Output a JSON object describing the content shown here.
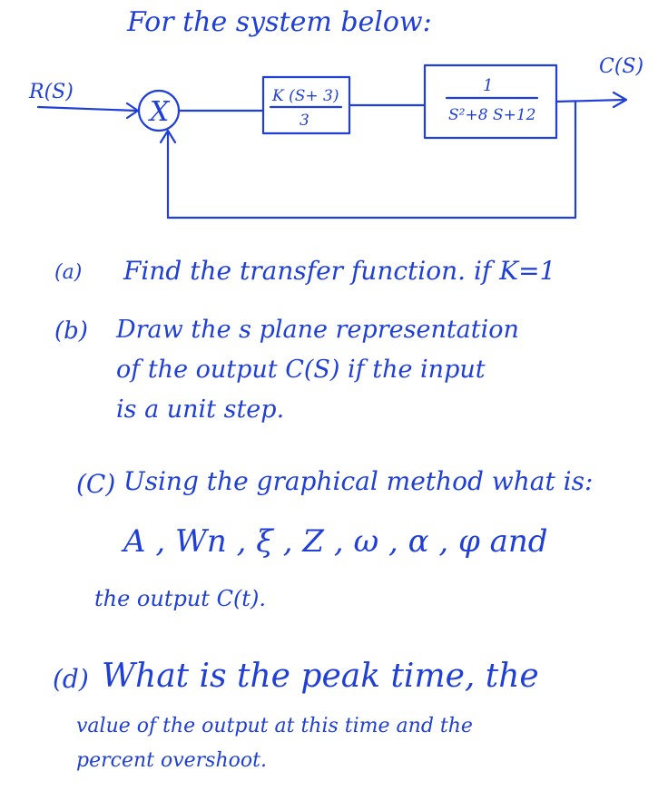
{
  "header": "For the system below:",
  "diagram": {
    "input_label": "R(S)",
    "output_label": "C(S)",
    "summing_symbol": "X",
    "block1": {
      "numerator": "K (S+ 3)",
      "denominator": "3"
    },
    "block2": {
      "numerator": "1",
      "denominator": "S²+8 S+12"
    }
  },
  "questions": {
    "a": {
      "marker": "(a)",
      "text": "Find the transfer function. if K=1"
    },
    "b": {
      "marker": "(b)",
      "line1": "Draw the s plane representation",
      "line2": "of the output C(S) if the input",
      "line3": "is a unit step."
    },
    "c": {
      "marker": "(C)",
      "line1": "Using the graphical method what is:",
      "line2": "A , Wn , ξ , Z , ω , α , φ and",
      "line3": "the output C(t)."
    },
    "d": {
      "marker": "(d)",
      "line1": "What is the peak time, the",
      "line2": "value of the output at this time and the",
      "line3": "percent overshoot."
    }
  },
  "colors": {
    "ink": "#1f3fd6",
    "background": "#ffffff"
  }
}
